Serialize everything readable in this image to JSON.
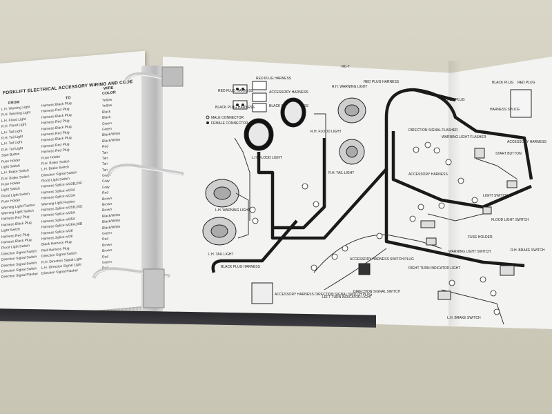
{
  "left_page": {
    "title": "FORKLIFT ELECTRICAL ACCESSORY WIRING AND CODE",
    "col_from": "FROM",
    "col_to": "TO",
    "col_wire": "WIRE",
    "col_color": "COLOR",
    "rows": [
      {
        "from": "L.H. Warning Light",
        "to": "Harness Black Plug",
        "color": "Yellow"
      },
      {
        "from": "R.H. Warning Light",
        "to": "Harness Red Plug",
        "color": "Yellow"
      },
      {
        "from": "L.H. Flood Light",
        "to": "Harness Black Plug",
        "color": "Black"
      },
      {
        "from": "R.H. Flood Light",
        "to": "Harness Red Plug",
        "color": "Black"
      },
      {
        "from": "L.H. Tail Light",
        "to": "Harness Black Plug",
        "color": "Green"
      },
      {
        "from": "R.H. Tail Light",
        "to": "Harness Red Plug",
        "color": "Green"
      },
      {
        "from": "L.H. Tail Light",
        "to": "Harness Black Plug",
        "color": "Black/White"
      },
      {
        "from": "R.H. Tail Light",
        "to": "Harness Red Plug",
        "color": "Black/White"
      },
      {
        "from": "Start Button",
        "to": "Harness Red Plug",
        "color": "Red"
      },
      {
        "from": "Fuse Holder",
        "to": "Fuse Holder",
        "color": "Tan"
      },
      {
        "from": "Light Switch",
        "to": "R.H. Brake Switch",
        "color": "Tan"
      },
      {
        "from": "L.H. Brake Switch",
        "to": "L.H. Brake Switch",
        "color": "Tan"
      },
      {
        "from": "R.H. Brake Switch",
        "to": "Direction Signal Switch",
        "color": "Tan"
      },
      {
        "from": "Fuse Holder",
        "to": "Flood Light Switch",
        "color": "Gray"
      },
      {
        "from": "Light Switch",
        "to": "Harness Splice w/23B,23C",
        "color": "Gray"
      },
      {
        "from": "Flood Light Switch",
        "to": "Harness Splice w/23A",
        "color": "Gray"
      },
      {
        "from": "Fuse Holder",
        "to": "Harness Splice w/23A",
        "color": "Red"
      },
      {
        "from": "Warning Light Flasher",
        "to": "Warning Light Flasher",
        "color": "Brown"
      },
      {
        "from": "Warning Light Switch",
        "to": "Harness Splice w/25B,25C",
        "color": "Brown"
      },
      {
        "from": "Harness Red Plug",
        "to": "Harness Splice w/25A",
        "color": "Brown"
      },
      {
        "from": "Harness Black Plug",
        "to": "Harness Splice w/25A",
        "color": "Black/White"
      },
      {
        "from": "Light Switch",
        "to": "Harness Splice w/26A,26B",
        "color": "Black/White"
      },
      {
        "from": "Harness Red Plug",
        "to": "Harness Splice w/26",
        "color": "Black/White"
      },
      {
        "from": "Harness Black Plug",
        "to": "Harness Splice w/26",
        "color": "Green"
      },
      {
        "from": "Flood Light Switch",
        "to": "Black Harness Plug",
        "color": "Red"
      },
      {
        "from": "Direction Signal Switch",
        "to": "Red Harness Plug",
        "color": "Brown"
      },
      {
        "from": "Direction Signal Switch",
        "to": "Direction Signal Switch",
        "color": "Brown"
      },
      {
        "from": "Direction Signal Switch",
        "to": "R.H. Direction Signal Light",
        "color": "Red"
      },
      {
        "from": "Direction Signal Switch",
        "to": "L.H. Direction Signal Light",
        "color": "Green"
      },
      {
        "from": "Direction Signal Flasher",
        "to": "Direction Signal Flasher",
        "color": "Red"
      }
    ]
  },
  "right_page": {
    "page_number": "RC-7",
    "labels": {
      "red_plug_harness": "RED PLUG HARNESS",
      "black_plug_harness": "BLACK PLUG HARNESS",
      "red_plug_harness_2": "RED PLUG HARNESS",
      "accessory_harness": "ACCESSORY HARNESS",
      "black_plug_harness_2": "BLACK PLUG HARNESS",
      "male_connector": "MALE CONNECTOR",
      "female_connector": "FEMALE CONNECTOR",
      "rh_warning_light": "R.H. WARNING LIGHT",
      "lh_flood_light": "L.H. FLOOD LIGHT",
      "rh_flood_light": "R.H. FLOOD LIGHT",
      "rh_tail_light": "R.H. TAIL LIGHT",
      "lh_warning_light": "L.H. WARNING LIGHT",
      "lh_tail_light": "L.H. TAIL LIGHT",
      "black_plug_harness_3": "BLACK PLUG HARNESS",
      "red_plug_harness_top": "RED PLUG HARNESS",
      "red_plug": "RED PLUG",
      "direction_signal_flasher": "DIRECTION SIGNAL FLASHER",
      "warning_light_flasher": "WARNING LIGHT FLASHER",
      "accessory_harness_2": "ACCESSORY HARNESS",
      "start_button": "START BUTTON",
      "light_switch": "LIGHT SWITCH",
      "flood_light_switch": "FLOOD LIGHT SWITCH",
      "fuse_holder": "FUSE HOLDER",
      "warning_light_switch": "WARNING LIGHT SWITCH",
      "accessory_harness_switch_plug": "ACCESSORY HARNESS SWITCH PLUG",
      "right_turn_indicator_light": "RIGHT TURN INDICATOR LIGHT",
      "direction_signal_switch": "DIRECTION SIGNAL SWITCH",
      "left_turn_indicator_light": "LEFT TURN INDICATOR LIGHT",
      "accessory_harness_ds_plug": "ACCESSORY HARNESS DIRECTION SIGNAL SWITCH PLUG",
      "rh_brake_switch": "R.H. BRAKE SWITCH",
      "lh_brake_switch": "L.H. BRAKE SWITCH",
      "black_plug": "BLACK PLUG",
      "red_plug_2": "RED PLUG",
      "harness_splice": "HARNESS SPLICE",
      "accessory_harness_3": "ACCESSORY HARNESS"
    }
  }
}
